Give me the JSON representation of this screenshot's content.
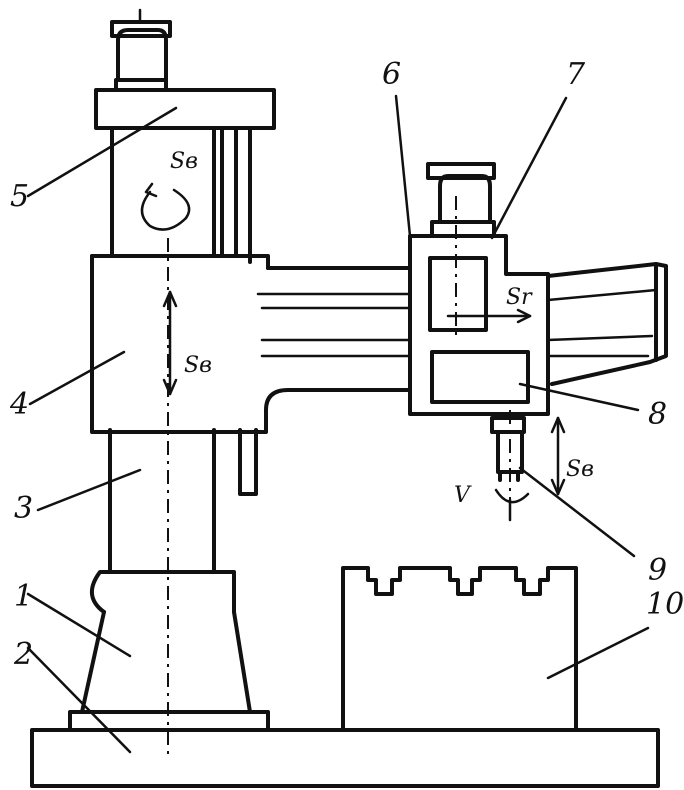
{
  "labels": {
    "p1": "1",
    "p2": "2",
    "p3": "3",
    "p4": "4",
    "p5": "5",
    "p6": "6",
    "p7": "7",
    "p8": "8",
    "p9": "9",
    "p10": "10"
  },
  "symbols": {
    "sv_top": "Sв",
    "sv_column": "Sв",
    "sr_head": "Sr",
    "sv_spindle": "Sв",
    "v": "V"
  }
}
